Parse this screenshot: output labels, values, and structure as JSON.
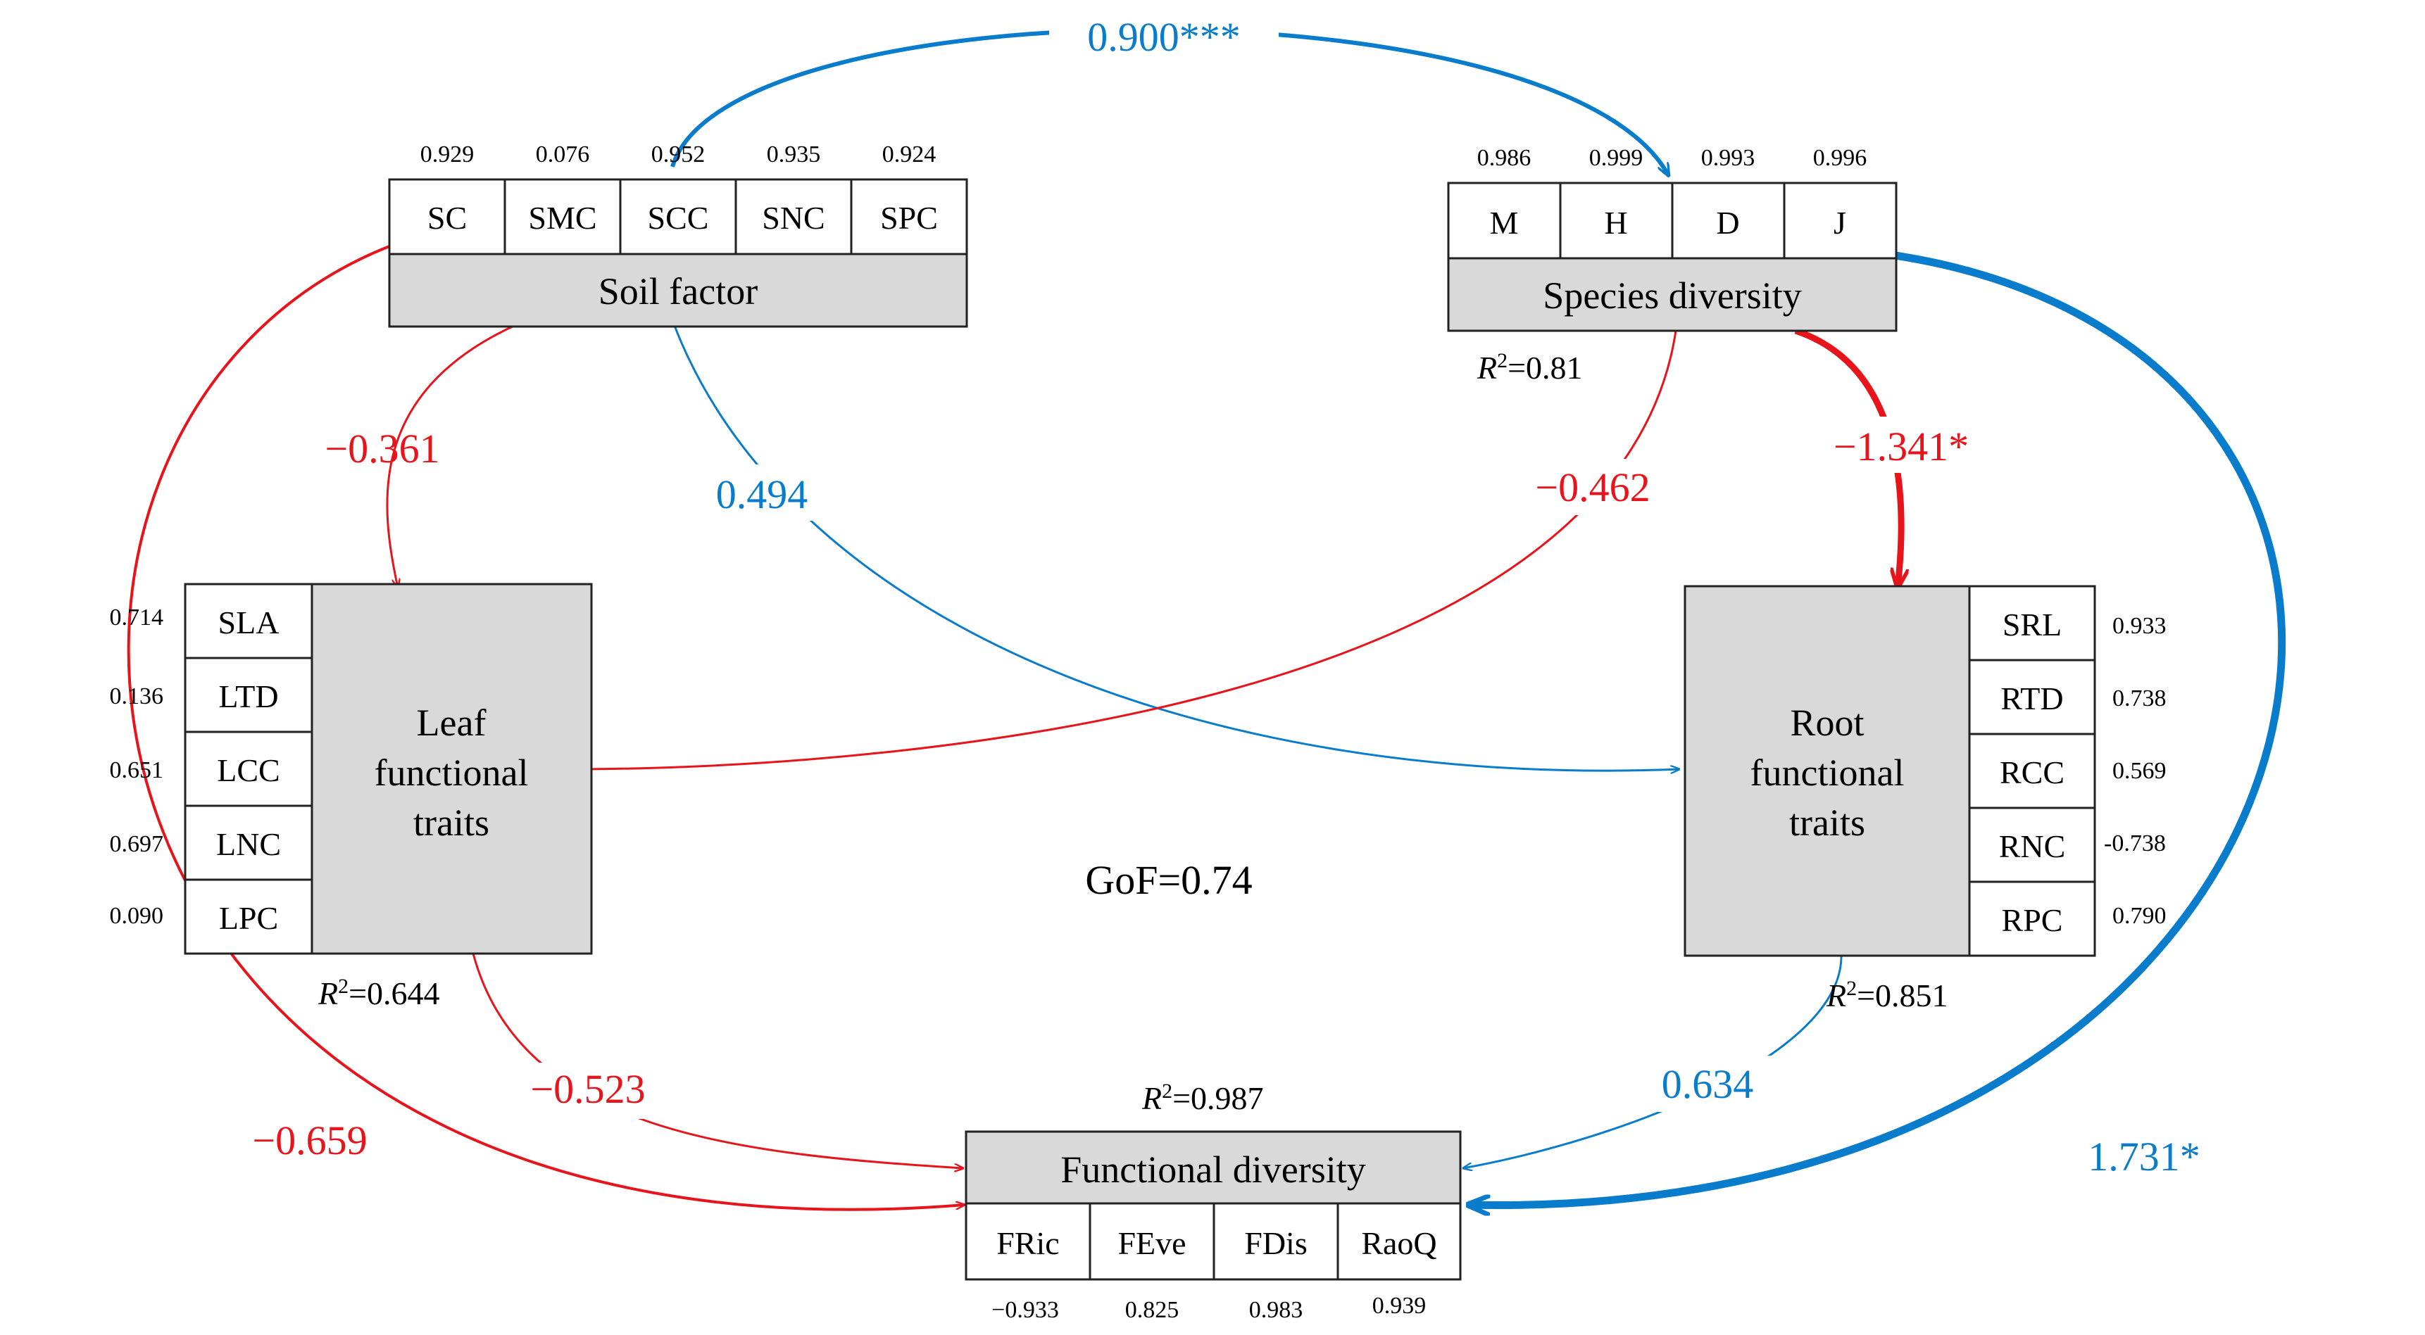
{
  "colors": {
    "negative": "#e8141c",
    "positive": "#0a7ccc"
  },
  "soil": {
    "title": "Soil factor",
    "items": [
      "SC",
      "SMC",
      "SCC",
      "SNC",
      "SPC"
    ],
    "loadings": [
      "0.929",
      "0.076",
      "0.952",
      "0.935",
      "0.924"
    ]
  },
  "species": {
    "title": "Species diversity",
    "items": [
      "M",
      "H",
      "D",
      "J"
    ],
    "loadings": [
      "0.986",
      "0.999",
      "0.993",
      "0.996"
    ],
    "r2": "=0.81"
  },
  "leaf": {
    "title": [
      "Leaf",
      "functional",
      "traits"
    ],
    "items": [
      "SLA",
      "LTD",
      "LCC",
      "LNC",
      "LPC"
    ],
    "loadings": [
      "0.714",
      "0.136",
      "0.651",
      "0.697",
      "0.090"
    ],
    "r2": "=0.644"
  },
  "root": {
    "title": [
      "Root",
      "functional",
      "traits"
    ],
    "items": [
      "SRL",
      "RTD",
      "RCC",
      "RNC",
      "RPC"
    ],
    "loadings": [
      "0.933",
      "0.738",
      "0.569",
      "-0.738",
      "0.790"
    ],
    "r2": "=0.851"
  },
  "functional": {
    "title": "Functional diversity",
    "items": [
      "FRic",
      "FEve",
      "FDis",
      "RaoQ"
    ],
    "loadings": [
      "−0.933",
      "0.825",
      "0.983",
      "0.939"
    ],
    "r2": "=0.987"
  },
  "paths": {
    "soil_species": "0.900***",
    "soil_leaf": "−0.361",
    "soil_root": "0.494",
    "species_leaf": "−0.462",
    "species_root": "−1.341*",
    "soil_functional": "−0.659",
    "leaf_functional": "−0.523",
    "root_functional": "0.634",
    "species_functional": "1.731*"
  },
  "gof": "GoF=0.74",
  "r2_symbol": "R",
  "r2_sup": "2"
}
